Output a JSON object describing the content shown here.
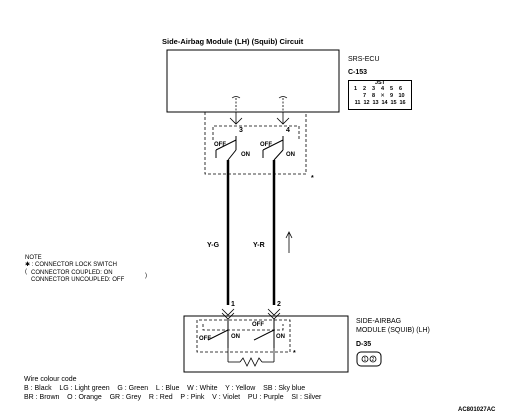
{
  "title": "Side-Airbag Module (LH) (Squib) Circuit",
  "srs_ecu": {
    "label": "SRS-ECU",
    "connector_id": "C-153",
    "connector_header": "JST",
    "connector_row1": [
      "1",
      "2",
      "3",
      "4",
      "5",
      "6"
    ],
    "connector_row2": [
      "7",
      "8",
      "",
      "9",
      "10"
    ],
    "connector_row3": [
      "11",
      "12",
      "13",
      "14",
      "15",
      "16"
    ],
    "pin_left": "3",
    "pin_right": "4"
  },
  "switch_labels": {
    "off": "OFF",
    "on": "ON"
  },
  "asterisk": "*",
  "wires": {
    "left_color": "Y-G",
    "right_color": "Y-R"
  },
  "module": {
    "label_line1": "SIDE-AIRBAG",
    "label_line2": "MODULE (SQUIB) (LH)",
    "connector_id": "D-35",
    "pin_left": "1",
    "pin_right": "2"
  },
  "note": {
    "heading": "NOTE",
    "line1": "✱ : CONNECTOR LOCK SWITCH",
    "line2": "CONNECTOR COUPLED: ON",
    "line3": "CONNECTOR UNCOUPLED: OFF"
  },
  "wire_colour_code": {
    "heading": "Wire colour code",
    "line1": "B : Black    LG : Light green    G : Green    L : Blue    W : White    Y : Yellow    SB : Sky blue",
    "line2": "BR : Brown    O : Orange    GR : Grey    R : Red    P : Pink    V : Violet    PU : Purple    SI : Silver"
  },
  "figure_code": "AC801027AC"
}
